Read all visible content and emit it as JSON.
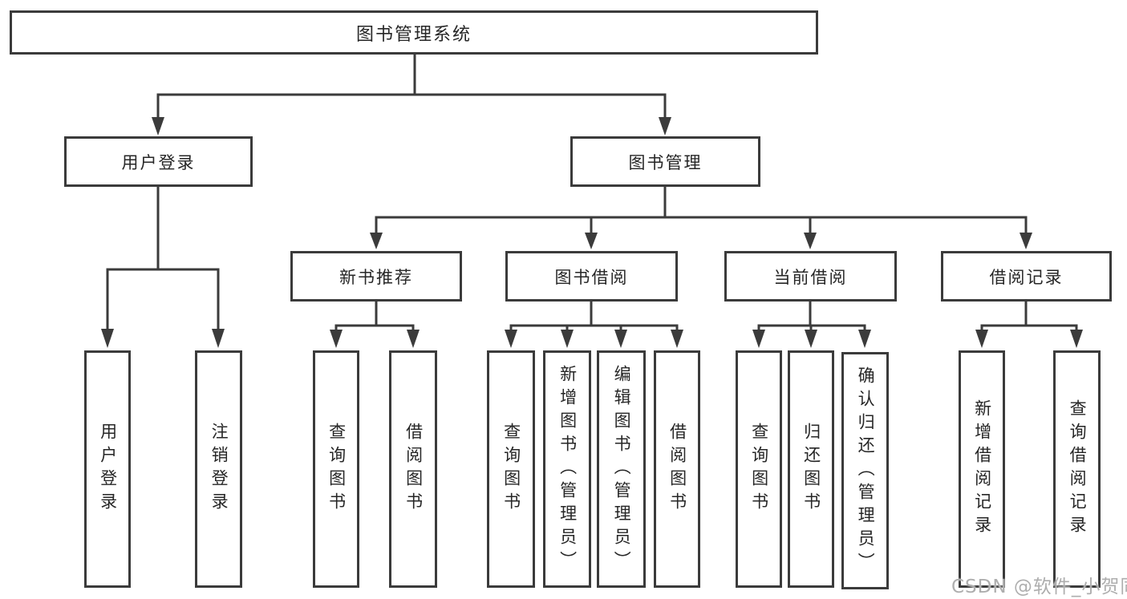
{
  "tree": {
    "root": {
      "label": "图书管理系统"
    },
    "user": {
      "label": "用户登录",
      "children": [
        {
          "label": "用户登录"
        },
        {
          "label": "注销登录"
        }
      ]
    },
    "book": {
      "label": "图书管理",
      "sections": [
        {
          "label": "新书推荐",
          "children": [
            {
              "label": "查询图书"
            },
            {
              "label": "借阅图书"
            }
          ]
        },
        {
          "label": "图书借阅",
          "children": [
            {
              "label": "查询图书"
            },
            {
              "label": "新增图书（管理员）"
            },
            {
              "label": "编辑图书（管理员）"
            },
            {
              "label": "借阅图书"
            }
          ]
        },
        {
          "label": "当前借阅",
          "children": [
            {
              "label": "查询图书"
            },
            {
              "label": "归还图书"
            },
            {
              "label": "确认归还（管理员）"
            }
          ]
        },
        {
          "label": "借阅记录",
          "children": [
            {
              "label": "新增借阅记录"
            },
            {
              "label": "查询借阅记录"
            }
          ]
        }
      ]
    }
  },
  "watermark": {
    "text": "CSDN @软件_小贺同学"
  },
  "colors": {
    "line": "#3b3b3b",
    "text": "#262626",
    "watermark": "#aeaeae",
    "background": "#ffffff"
  }
}
